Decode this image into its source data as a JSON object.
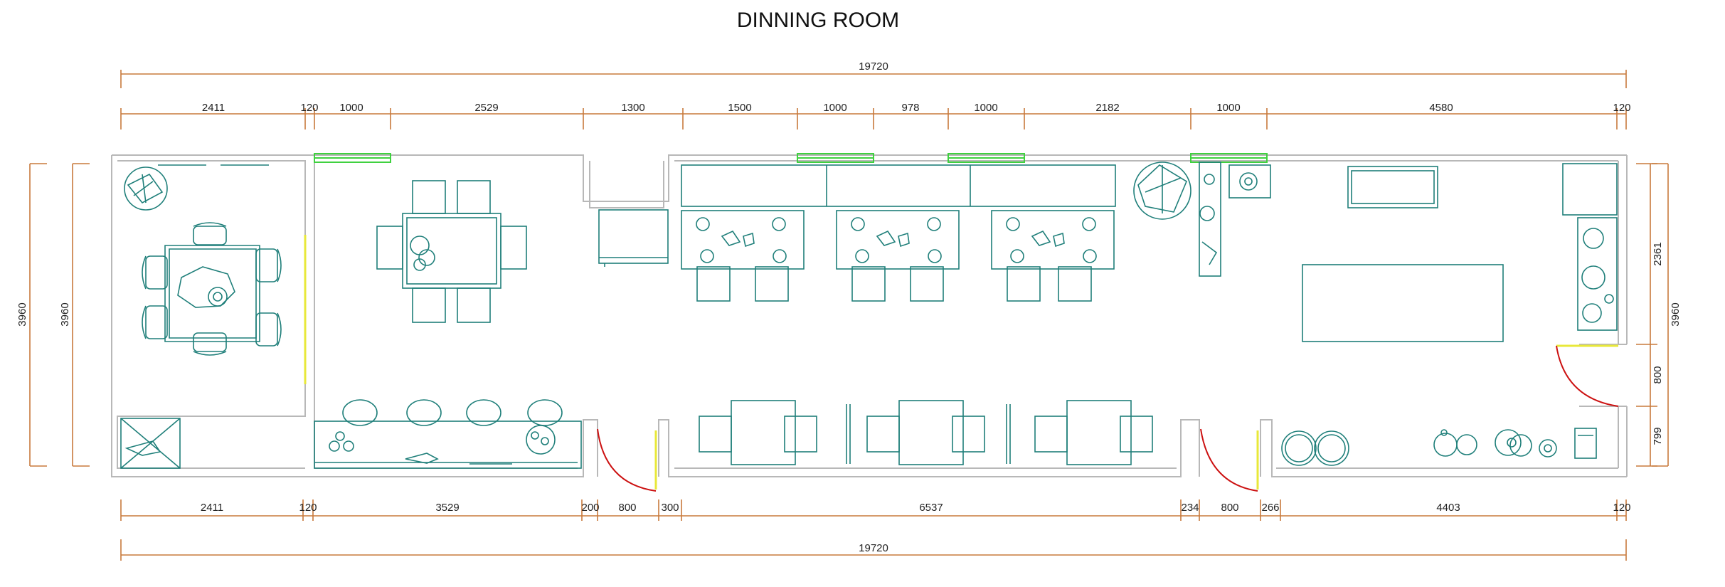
{
  "title": "DINNING ROOM",
  "colors": {
    "dimension": "#c87a3c",
    "wall": "#b8b8b8",
    "furniture": "#1f7f7a",
    "window": "#3fd13f",
    "glazing": "#e8e83a",
    "door_swing": "#cc1111",
    "text": "#222222"
  },
  "dimensions": {
    "top_total": "19720",
    "top_segments": [
      "2411",
      "120",
      "1000",
      "2529",
      "1300",
      "1500",
      "1000",
      "978",
      "1000",
      "2182",
      "1000",
      "4580",
      "120"
    ],
    "bottom_segments": [
      "2411",
      "120",
      "3529",
      "200",
      "800",
      "300",
      "6537",
      "234",
      "800",
      "266",
      "4403",
      "120"
    ],
    "bottom_total": "19720",
    "left_outer": "3960",
    "left_inner": "3960",
    "right_segments": [
      "2361",
      "800",
      "799"
    ],
    "right_outer": "3960"
  }
}
